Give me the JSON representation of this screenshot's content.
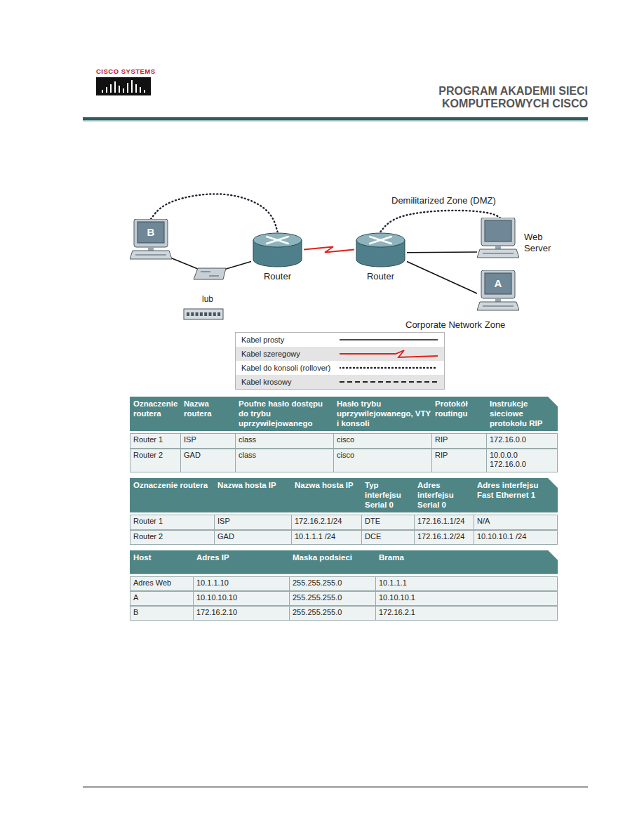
{
  "diagram": {
    "nodes": [
      {
        "text": [
          "B"
        ]
      },
      {
        "text": [
          "Router"
        ]
      },
      {
        "text": [
          "Router"
        ]
      },
      {
        "text": [
          "Web Server"
        ]
      },
      {
        "text": [
          "A"
        ]
      }
    ],
    "edges": [
      {
        "from": 0,
        "to": 1,
        "arrow": "none"
      },
      {
        "from": 0,
        "to": 1,
        "arrow": "none"
      },
      {
        "from": 1,
        "to": 2,
        "arrow": "none"
      },
      {
        "from": 2,
        "to": 3,
        "arrow": "none"
      },
      {
        "from": 2,
        "to": 3,
        "arrow": "none"
      },
      {
        "from": 2,
        "to": 4,
        "arrow": "none"
      }
    ],
    "labels": [
      "PROGRAM AKADEMII SIECI KOMPUTEROWYCH CISCO",
      "CISCO SYSTEMS",
      "lub",
      "Demilitarized Zone (DMZ)",
      "Corporate Network Zone",
      "Oznaczenie routera",
      "Nazwa routera",
      "Poufne hasło dostępu do trybu uprzywilejowanego",
      "Hasło trybu uprzywilejowanego, VTY i konsoli",
      "Protokół routingu",
      "Instrukcje sieciowe protokołu RIP",
      "Router 1",
      "ISP",
      "class",
      "cisco",
      "RIP",
      "172.16.0.0",
      "Router 2",
      "GAD",
      "class",
      "cisco",
      "RIP",
      "10.0.0.0 172.16.0.0",
      "Oznaczenie routera",
      "Nazwa hosta IP",
      "Nazwa hosta IP",
      "Typ interfejsu Serial 0",
      "Adres interfejsu Serial 0",
      "Adres interfejsu Fast Ethernet 1",
      "Router 1",
      "ISP",
      "172.16.2.1/24",
      "DTE",
      "172.16.1.1/24",
      "N/A",
      "Router 2",
      "GAD",
      "10.1.1.1 /24",
      "DCE",
      "172.16.1.2/24",
      "10.10.10.1 /24",
      "Host",
      "Adres IP",
      "Maska podsieci",
      "Brama",
      "Adres Web",
      "10.1.1.10",
      "255.255.255.0",
      "10.1.1.1",
      "A",
      "10.10.10.10",
      "255.255.255.0",
      "10.10.10.1",
      "B",
      "172.16.2.10",
      "255.255.255.0",
      "172.16.2.1"
    ],
    "legend": [
      {
        "text": "Kabel prosty"
      },
      {
        "text": "Kabel szeregowy"
      },
      {
        "text": "Kabel do konsoli (rollover)"
      },
      {
        "text": "Kabel krosowy"
      }
    ]
  }
}
